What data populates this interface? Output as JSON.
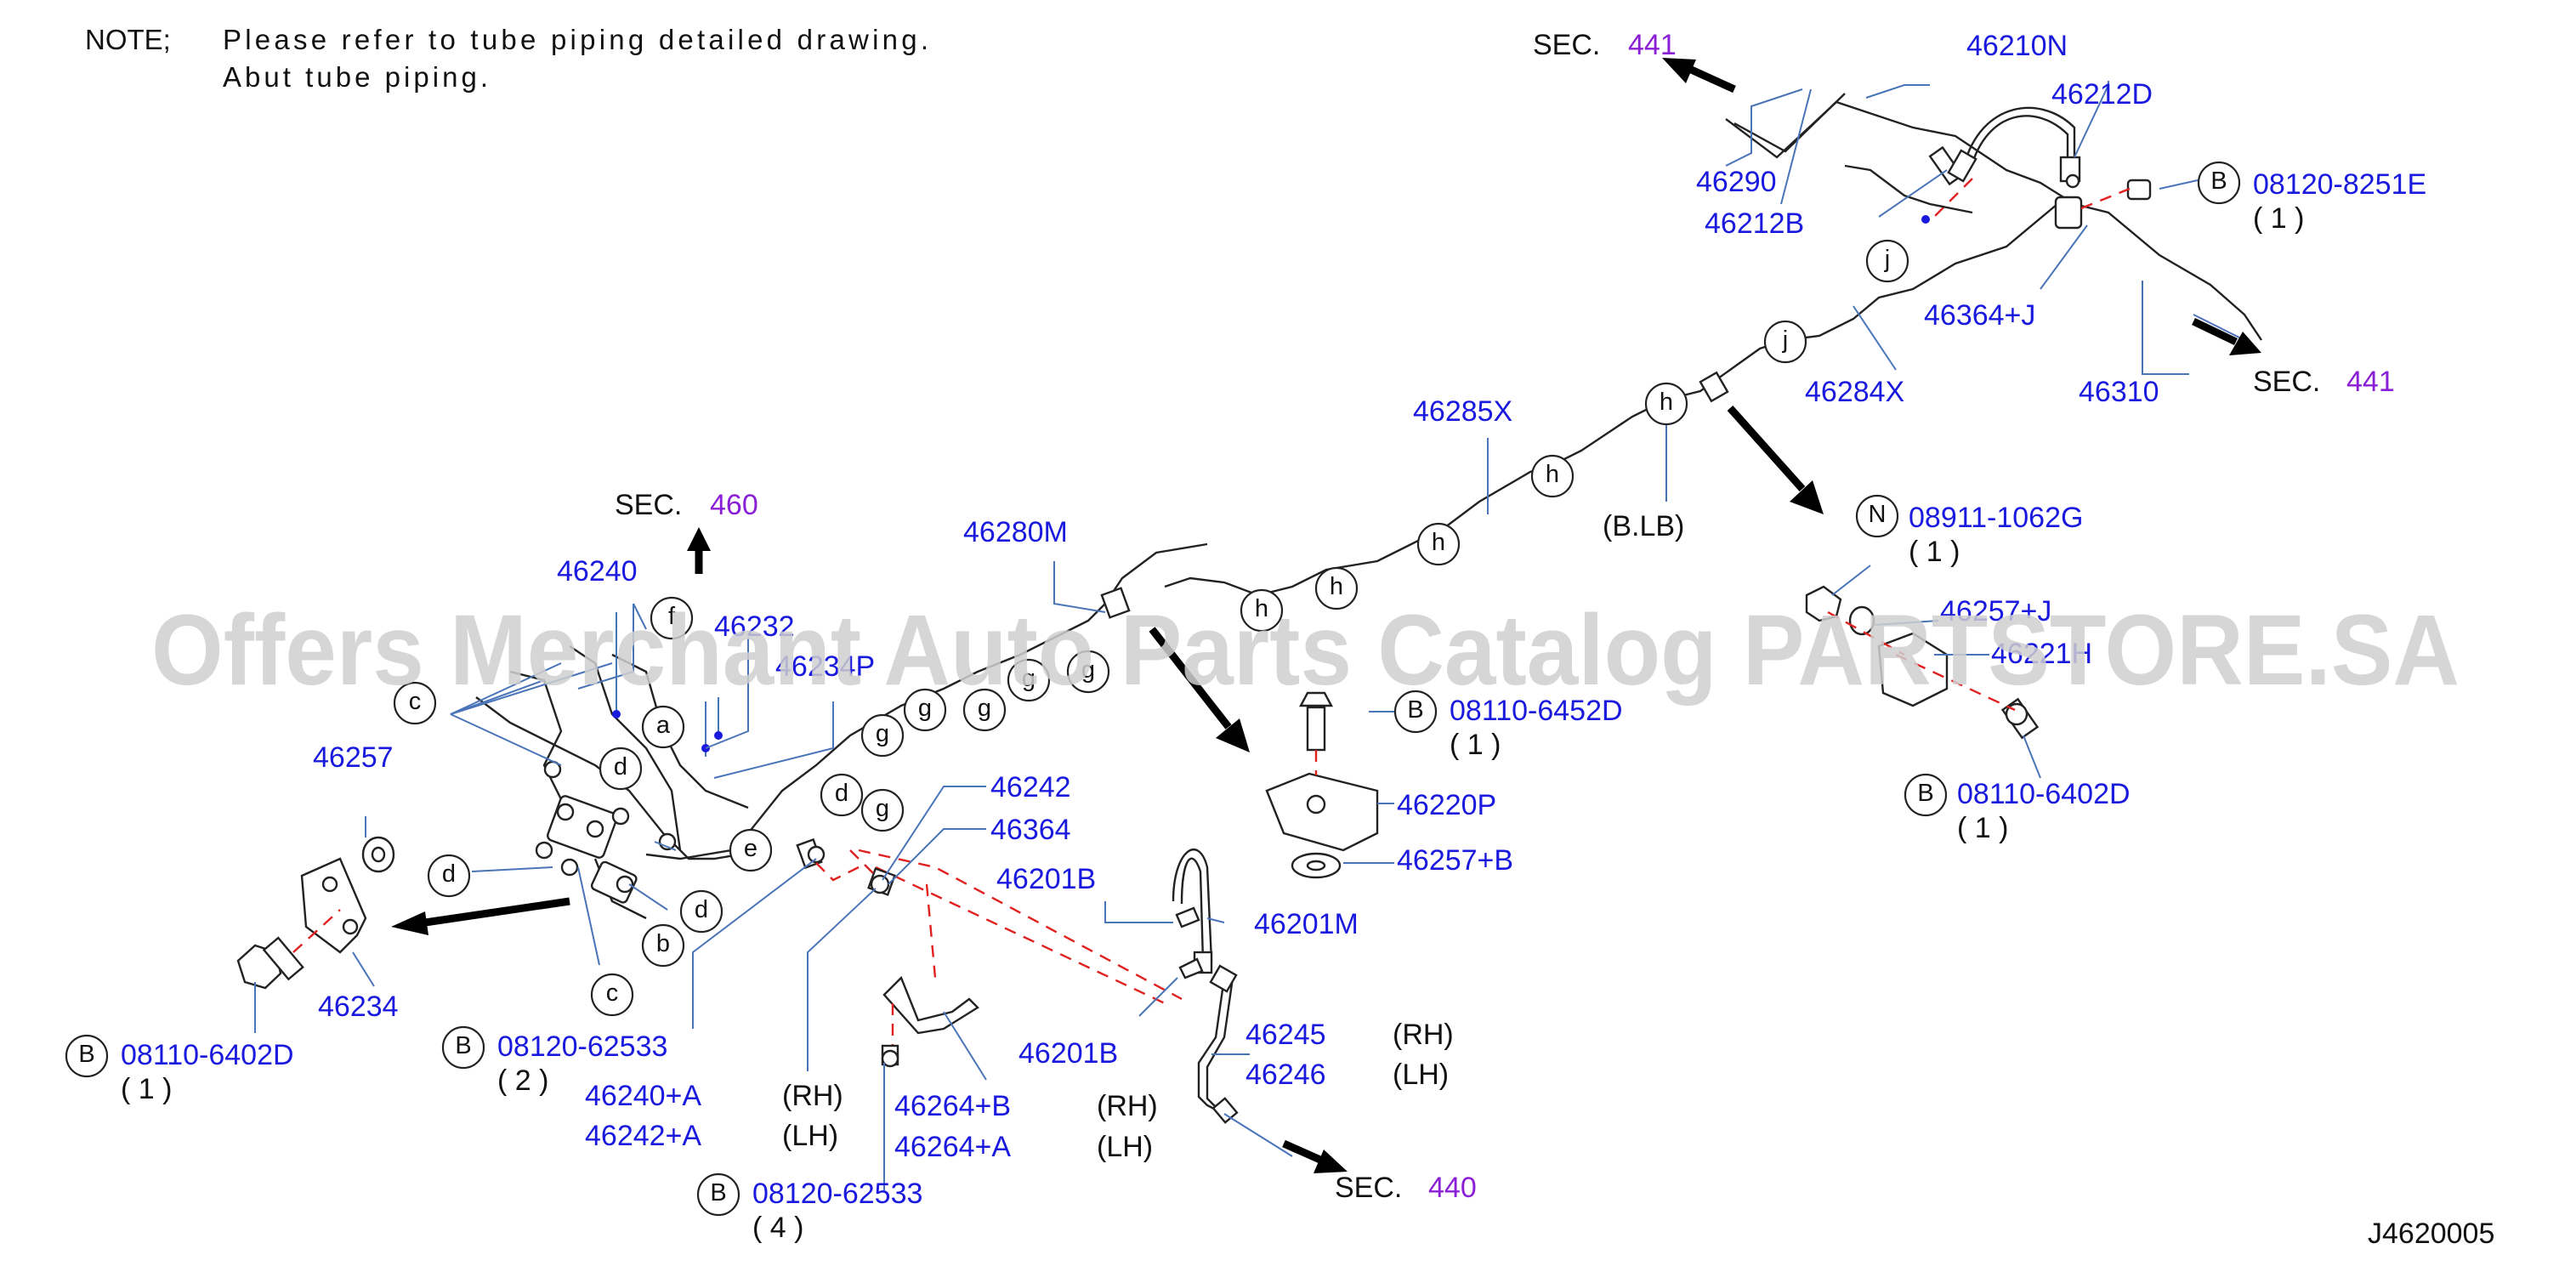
{
  "note": {
    "label": "NOTE;",
    "line1": "Please refer to tube piping detailed drawing.",
    "line2": "Abut tube piping."
  },
  "watermark": "Offers Merchant Auto Parts Catalog PARTSTORE.SA",
  "diagram_code": "J4620005",
  "sections": [
    {
      "label": "SEC.",
      "number": "441"
    },
    {
      "label": "SEC.",
      "number": "441"
    },
    {
      "label": "SEC.",
      "number": "460"
    },
    {
      "label": "SEC.",
      "number": "440"
    }
  ],
  "parts": [
    "46210N",
    "46212D",
    "46290",
    "46212B",
    "08120-8251E",
    "( 1 )",
    "46364+J",
    "46310",
    "46284X",
    "46285X",
    "(B.LB)",
    "08911-1062G",
    "( 1 )",
    "46257+J",
    "46221H",
    "08110-6402D",
    "( 1 )",
    "46280M",
    "08110-6452D",
    "( 1 )",
    "46220P",
    "46257+B",
    "46240",
    "46232",
    "46234P",
    "46257",
    "46234",
    "08110-6402D",
    "( 1 )",
    "08120-62533",
    "( 2 )",
    "46240+A",
    "46242+A",
    "(RH)",
    "(LH)",
    "46242",
    "46364",
    "46201B",
    "46201M",
    "46201B",
    "46245",
    "46246",
    "(RH)",
    "(LH)",
    "46264+B",
    "46264+A",
    "(RH)",
    "(LH)",
    "08120-62533",
    "( 4 )"
  ],
  "markers": {
    "B": "B",
    "N": "N"
  },
  "callouts": {
    "a": "a",
    "b": "b",
    "c": "c",
    "d": "d",
    "e": "e",
    "f": "f",
    "g": "g",
    "h": "h",
    "j": "j"
  },
  "colors": {
    "part_number": "#1a1adf",
    "section_number": "#8a1fd6",
    "leader": "#4a74b8",
    "dashed_link": "#e0211f"
  }
}
